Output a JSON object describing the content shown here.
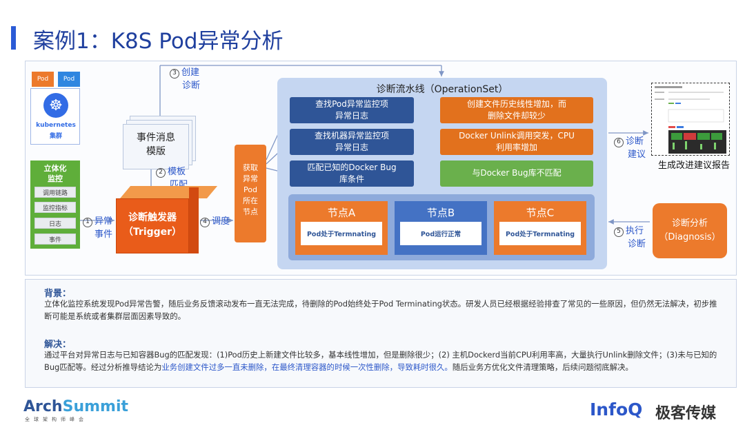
{
  "title": "案例1：K8S Pod异常分析",
  "k8s": {
    "pods": [
      "Pod",
      "Pod"
    ],
    "name": "kubernetes",
    "cluster": "集群"
  },
  "monitor": {
    "title_line1": "立体化",
    "title_line2": "监控",
    "items": [
      "调用链路",
      "监控指标",
      "日志",
      "事件"
    ]
  },
  "steps": {
    "s1": {
      "num": "1",
      "line1": "异常",
      "line2": "事件"
    },
    "s2": {
      "num": "2",
      "line1": "模板",
      "line2": "匹配"
    },
    "s3": {
      "num": "3",
      "line1": "创建",
      "line2": "诊断"
    },
    "s4": {
      "num": "4",
      "line1": "调度"
    },
    "s5": {
      "num": "5",
      "line1": "执行",
      "line2": "诊断"
    },
    "s6": {
      "num": "6",
      "line1": "诊断",
      "line2": "建议"
    }
  },
  "template": {
    "line1": "事件消息",
    "line2": "模版"
  },
  "trigger": {
    "line1": "诊断触发器",
    "line2": "（Trigger）"
  },
  "fetch": {
    "lines": [
      "获取",
      "异常",
      "Pod",
      "所在",
      "节点"
    ]
  },
  "pipeline": {
    "title": "诊断流水线（OperationSet）",
    "rows": [
      {
        "check": [
          "查找Pod异常监控项",
          "异常日志"
        ],
        "result": [
          "创建文件历史线性增加，而",
          "删除文件却较少"
        ],
        "result_color": "#e2711d"
      },
      {
        "check": [
          "查找机器异常监控项",
          "异常日志"
        ],
        "result": [
          "Docker Unlink调用突发，CPU",
          "利用率增加"
        ],
        "result_color": "#e2711d"
      },
      {
        "check": [
          "匹配已知的Docker Bug",
          "库条件"
        ],
        "result": [
          "与Docker Bug库不匹配"
        ],
        "result_color": "#6ab04c"
      }
    ],
    "nodes": [
      {
        "name": "节点A",
        "status": "Pod处于Termnating",
        "color": "#ec7a2c"
      },
      {
        "name": "节点B",
        "status": "Pod运行正常",
        "color": "#4472c4"
      },
      {
        "name": "节点C",
        "status": "Pod处于Termnating",
        "color": "#ec7a2c"
      }
    ]
  },
  "report": {
    "label": "生成改进建议报告"
  },
  "diagnosis": {
    "line1": "诊断分析",
    "line2": "（Diagnosis）"
  },
  "background": {
    "title": "背景：",
    "text": "立体化监控系统发现Pod异常告警，随后业务反馈滚动发布一直无法完成，待删除的Pod始终处于Pod Terminating状态。研发人员已经根据经验排查了常见的一些原因，但仍然无法解决，初步推断可能是系统或者集群层面因素导致的。"
  },
  "solution": {
    "title": "解决：",
    "text_a": "通过平台对异常日志与已知容器Bug的匹配发现：(1)Pod历史上新建文件比较多，基本线性增加，但是删除很少；(2) 主机Dockerd当前CPU利用率高，大量执行Unlink删除文件；(3)未与已知的Bug匹配等。经过分析推导结论为",
    "text_highlight": "业务创建文件过多一直未删除，在最终清理容器的时候一次性删除，导致耗时很久。",
    "text_b": "随后业务方优化文件清理策略，后续问题彻底解决。"
  },
  "footer": {
    "arch_a": "Arch",
    "arch_b": "Summit",
    "arch_sub": "全球架构师峰会",
    "infoq": "InfoQ",
    "jike": "极客传媒"
  },
  "colors": {
    "accent": "#2b5bd6",
    "orange": "#ec7a2c",
    "green": "#6ab04c",
    "navy": "#2f5597"
  }
}
